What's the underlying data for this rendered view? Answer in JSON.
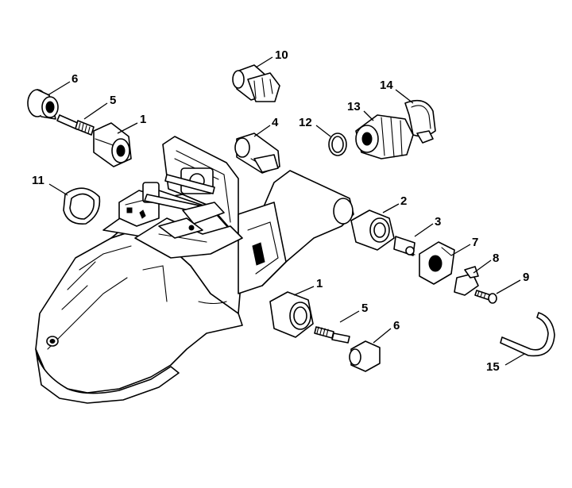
{
  "callouts": [
    {
      "id": "c6a",
      "label": "6"
    },
    {
      "id": "c5a",
      "label": "5"
    },
    {
      "id": "c1a",
      "label": "1"
    },
    {
      "id": "c10",
      "label": "10"
    },
    {
      "id": "c4",
      "label": "4"
    },
    {
      "id": "c12",
      "label": "12"
    },
    {
      "id": "c13",
      "label": "13"
    },
    {
      "id": "c14",
      "label": "14"
    },
    {
      "id": "c11",
      "label": "11"
    },
    {
      "id": "c2",
      "label": "2"
    },
    {
      "id": "c3",
      "label": "3"
    },
    {
      "id": "c7",
      "label": "7"
    },
    {
      "id": "c8",
      "label": "8"
    },
    {
      "id": "c9",
      "label": "9"
    },
    {
      "id": "c1b",
      "label": "1"
    },
    {
      "id": "c5b",
      "label": "5"
    },
    {
      "id": "c6b",
      "label": "6"
    },
    {
      "id": "c15",
      "label": "15"
    }
  ]
}
